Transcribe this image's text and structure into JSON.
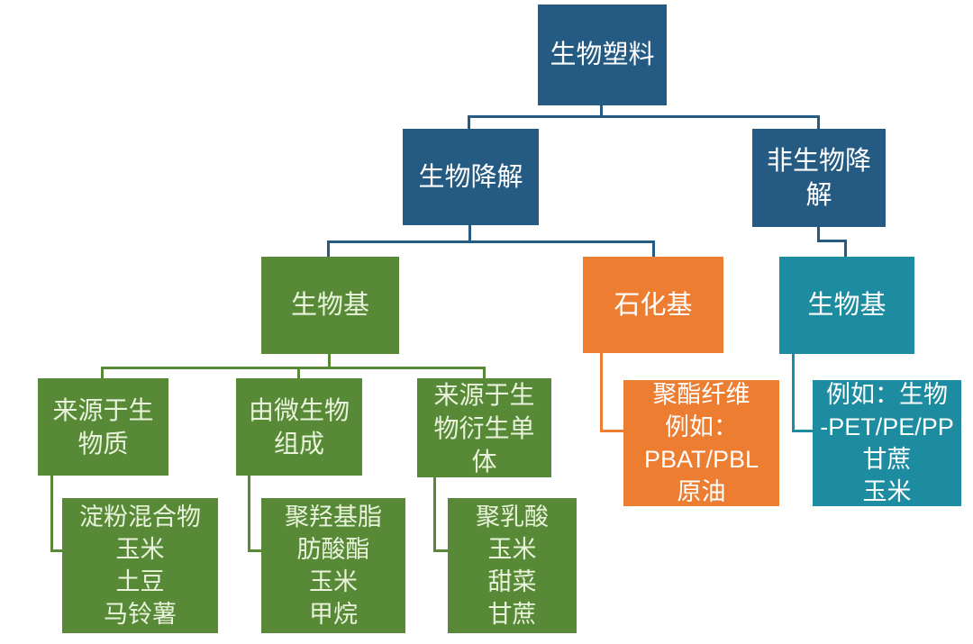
{
  "colors": {
    "dark_blue": "#255A83",
    "green": "#578937",
    "orange": "#ED7D31",
    "teal": "#1E8CA0",
    "text_light": "#FFFFFF",
    "text_green_box": "#E9F3DC",
    "background": "#FFFFFF"
  },
  "nodes": {
    "bioplastics": {
      "label": "生物塑料",
      "level": 1
    },
    "biodegradable": {
      "label": "生物降解",
      "level": 2
    },
    "non_biodegradable": {
      "label": "非生物降\n解",
      "level": 2
    },
    "bio_based_deg": {
      "label": "生物基",
      "level": 3
    },
    "petro_based": {
      "label": "石化基",
      "level": 3
    },
    "bio_based_nondeg": {
      "label": "生物基",
      "level": 3
    },
    "from_biomass": {
      "label": "来源于生\n物质",
      "level": 4
    },
    "microbial": {
      "label": "由微生物\n组成",
      "level": 4
    },
    "bio_monomers": {
      "label": "来源于生\n物衍生单\n体",
      "level": 4
    },
    "polyester": {
      "label": "聚酯纤维\n例如：\nPBAT/PBL\n原油",
      "level": 4
    },
    "bio_pet": {
      "label": "例如：生物\n-PET/PE/PP\n甘蔗\n玉米",
      "level": 4
    },
    "starch": {
      "label": "淀粉混合物\n玉米\n土豆\n马铃薯",
      "level": 5
    },
    "pha": {
      "label": "聚羟基脂\n肪酸酯\n玉米\n甲烷",
      "level": 5
    },
    "pla": {
      "label": "聚乳酸\n玉米\n甜菜\n甘蔗",
      "level": 5
    }
  },
  "edges": [
    [
      "bioplastics",
      "biodegradable"
    ],
    [
      "bioplastics",
      "non_biodegradable"
    ],
    [
      "biodegradable",
      "bio_based_deg"
    ],
    [
      "biodegradable",
      "petro_based"
    ],
    [
      "non_biodegradable",
      "bio_based_nondeg"
    ],
    [
      "bio_based_deg",
      "from_biomass"
    ],
    [
      "bio_based_deg",
      "microbial"
    ],
    [
      "bio_based_deg",
      "bio_monomers"
    ],
    [
      "petro_based",
      "polyester"
    ],
    [
      "bio_based_nondeg",
      "bio_pet"
    ],
    [
      "from_biomass",
      "starch"
    ],
    [
      "microbial",
      "pha"
    ],
    [
      "bio_monomers",
      "pla"
    ]
  ]
}
